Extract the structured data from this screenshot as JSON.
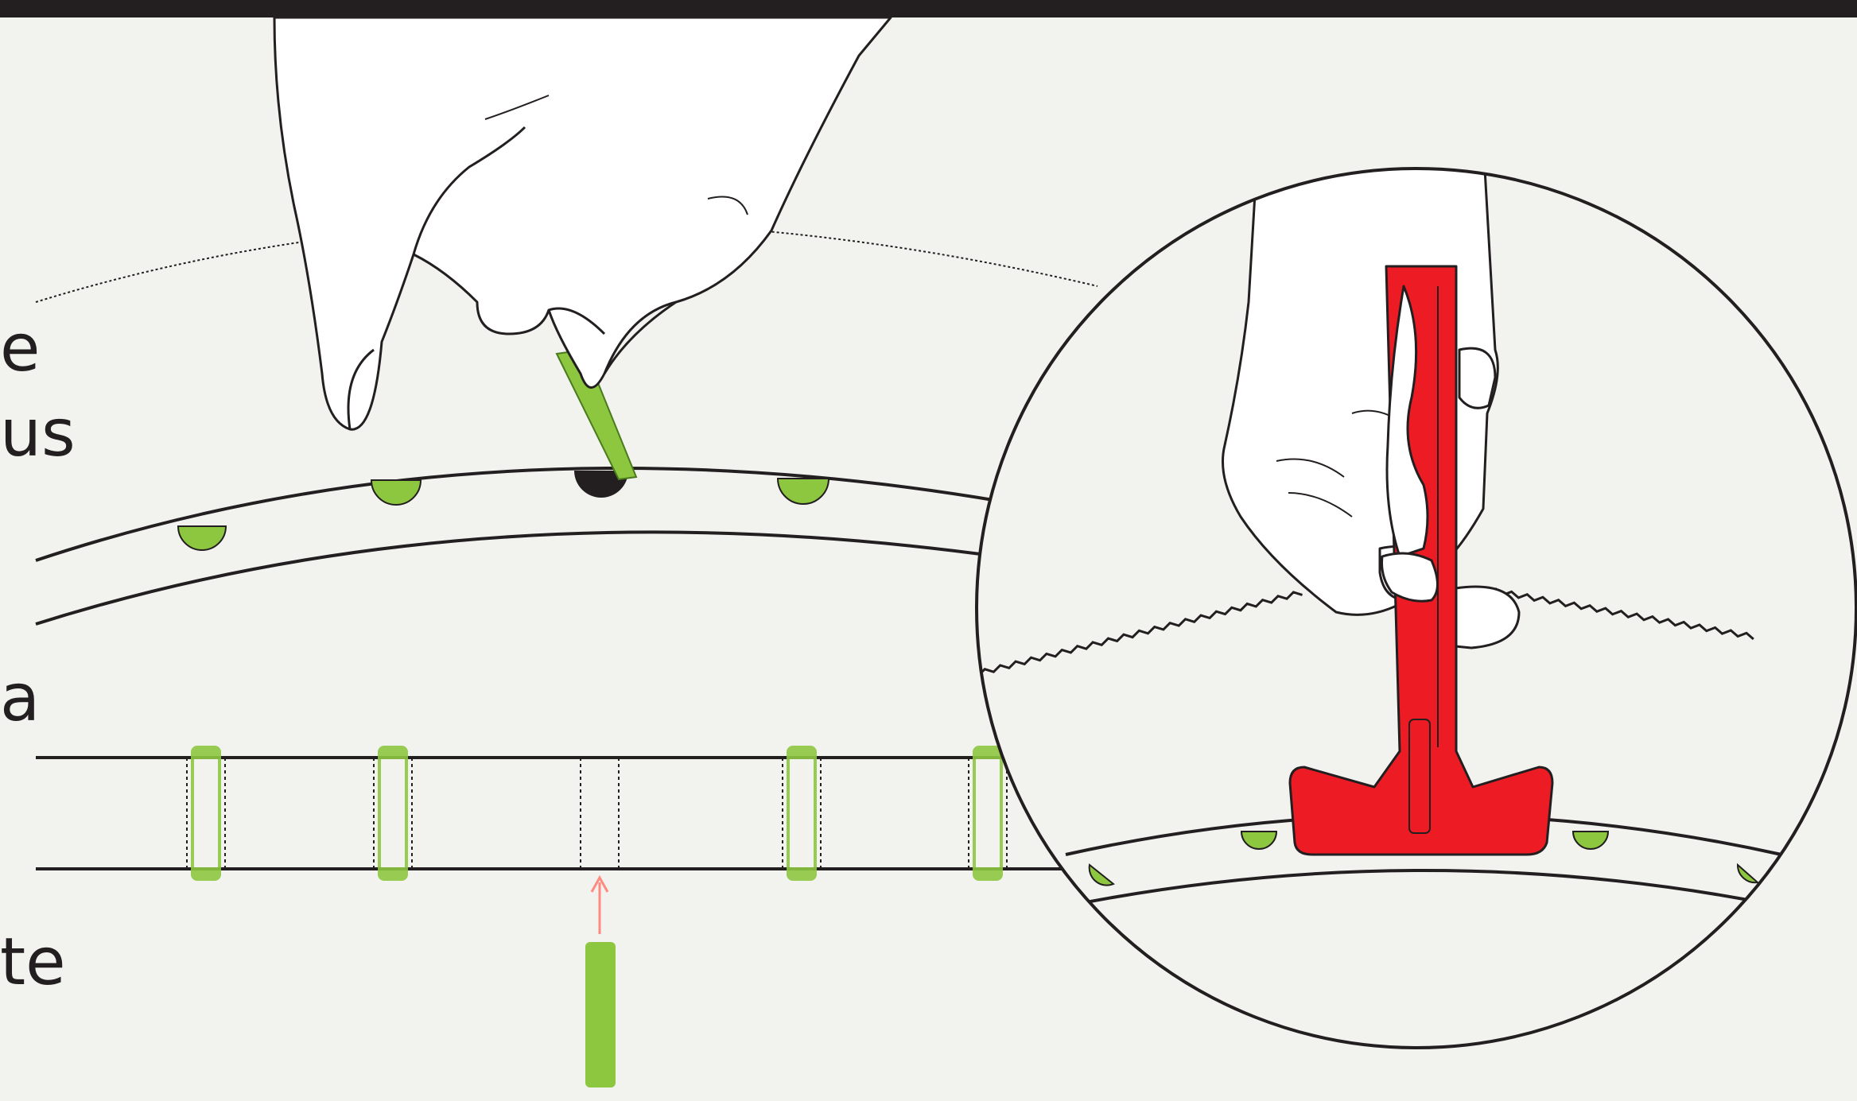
{
  "text_fragments": {
    "line_1": "e",
    "line_2": "us",
    "line_3": "a",
    "line_4": "te"
  },
  "colors": {
    "background": "#f2f2ee",
    "top_bar": "#231f20",
    "line": "#231f20",
    "accent_green": "#8dc63f",
    "tool_red": "#ed1c24",
    "arrow": "#ff8a80"
  },
  "icons": {
    "hand_pulling": "hand-pulling-plug-icon",
    "hand_tool": "hand-holding-tool-icon",
    "tool": "red-t-tool-icon",
    "plug": "green-plug-icon"
  }
}
